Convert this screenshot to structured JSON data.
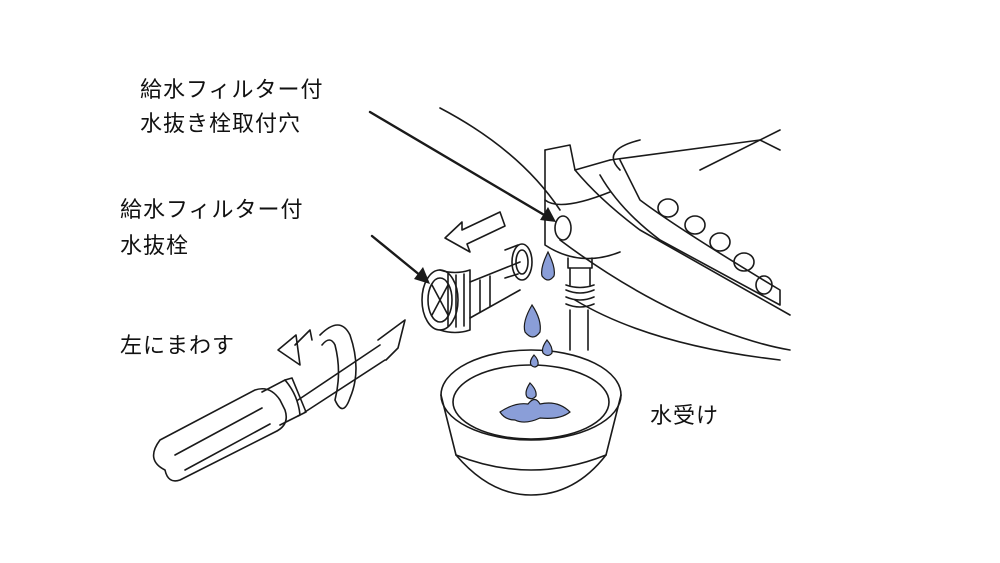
{
  "labels": {
    "filter_hole_line1": "給水フィルター付",
    "filter_hole_line2": "水抜き栓取付穴",
    "filter_plug_line1": "給水フィルター付",
    "filter_plug_line2": "水抜栓",
    "turn_left": "左にまわす",
    "water_basin": "水受け"
  },
  "colors": {
    "line": "#1a1a1a",
    "water": "#8a9ed8",
    "background": "#ffffff"
  }
}
